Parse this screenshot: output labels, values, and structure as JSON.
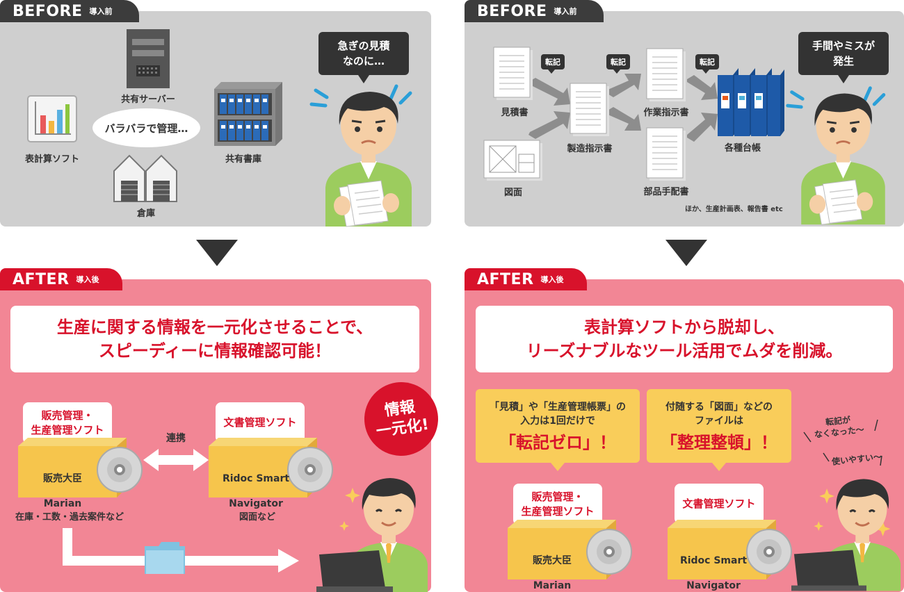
{
  "top_left": {
    "tab_big": "BEFORE",
    "tab_small": "導入前",
    "items": {
      "server": "共有サーバー",
      "spreadsheet": "表計算ソフト",
      "bookshelf": "共有書庫",
      "warehouse": "倉庫"
    },
    "center_oval": "バラバラで管理…",
    "bubble": "急ぎの見積\nなのに…"
  },
  "top_right": {
    "tab_big": "BEFORE",
    "tab_small": "導入前",
    "docs": {
      "estimate": "見積書",
      "drawing": "図面",
      "manufacturing_order": "製造指示書",
      "work_order": "作業指示書",
      "parts_order": "部品手配書",
      "ledgers": "各種台帳"
    },
    "transfer_tags": [
      "転記",
      "転記",
      "転記"
    ],
    "footnote": "ほか、生産計画表、報告書 etc",
    "bubble": "手間やミスが\n発生"
  },
  "bottom_left": {
    "tab_big": "AFTER",
    "tab_small": "導入後",
    "headline_line1": "生産に関する情報を一元化させることで、",
    "headline_line2": "スピーディーに情報確認可能！",
    "soft1_title_line1": "販売管理・",
    "soft1_title_line2": "生産管理ソフト",
    "soft1_box_line1": "販売大臣",
    "soft1_box_line2": "Marian",
    "soft2_title": "文書管理ソフト",
    "soft2_box_line1": "Ridoc Smart",
    "soft2_box_line2": "Navigator",
    "link_label": "連携",
    "soft1_caption": "在庫・工数・過去案件など",
    "soft2_caption": "図面など",
    "badge_line1": "情報",
    "badge_line2": "一元化!"
  },
  "bottom_right": {
    "tab_big": "AFTER",
    "tab_small": "導入後",
    "headline_line1": "表計算ソフトから脱却し、",
    "headline_line2": "リーズナブルなツール活用でムダを削減。",
    "box1_line1": "「見積」や「生産管理帳票」の",
    "box1_line2": "入力は1回だけで",
    "box1_emph": "「転記ゼロ」！",
    "box2_line1": "付随する「図面」などの",
    "box2_line2": "ファイルは",
    "box2_emph": "「整理整頓」！",
    "voice1_line1": "転記が",
    "voice1_line2": "なくなった〜",
    "voice2": "使いやすい〜",
    "soft1_title_line1": "販売管理・",
    "soft1_title_line2": "生産管理ソフト",
    "soft1_box_line1": "販売大臣",
    "soft1_box_line2": "Marian",
    "soft2_title": "文書管理ソフト",
    "soft2_box_line1": "Ridoc Smart",
    "soft2_box_line2": "Navigator"
  },
  "colors": {
    "gray_panel": "#cfcfcf",
    "pink_panel": "#f28695",
    "accent_red": "#d8122b",
    "dark": "#333333",
    "yellow": "#f9cd5a",
    "box_yellow": "#f6c54c",
    "shirt_green": "#9ccc5e",
    "binder_blue": "#1e5aa8"
  }
}
